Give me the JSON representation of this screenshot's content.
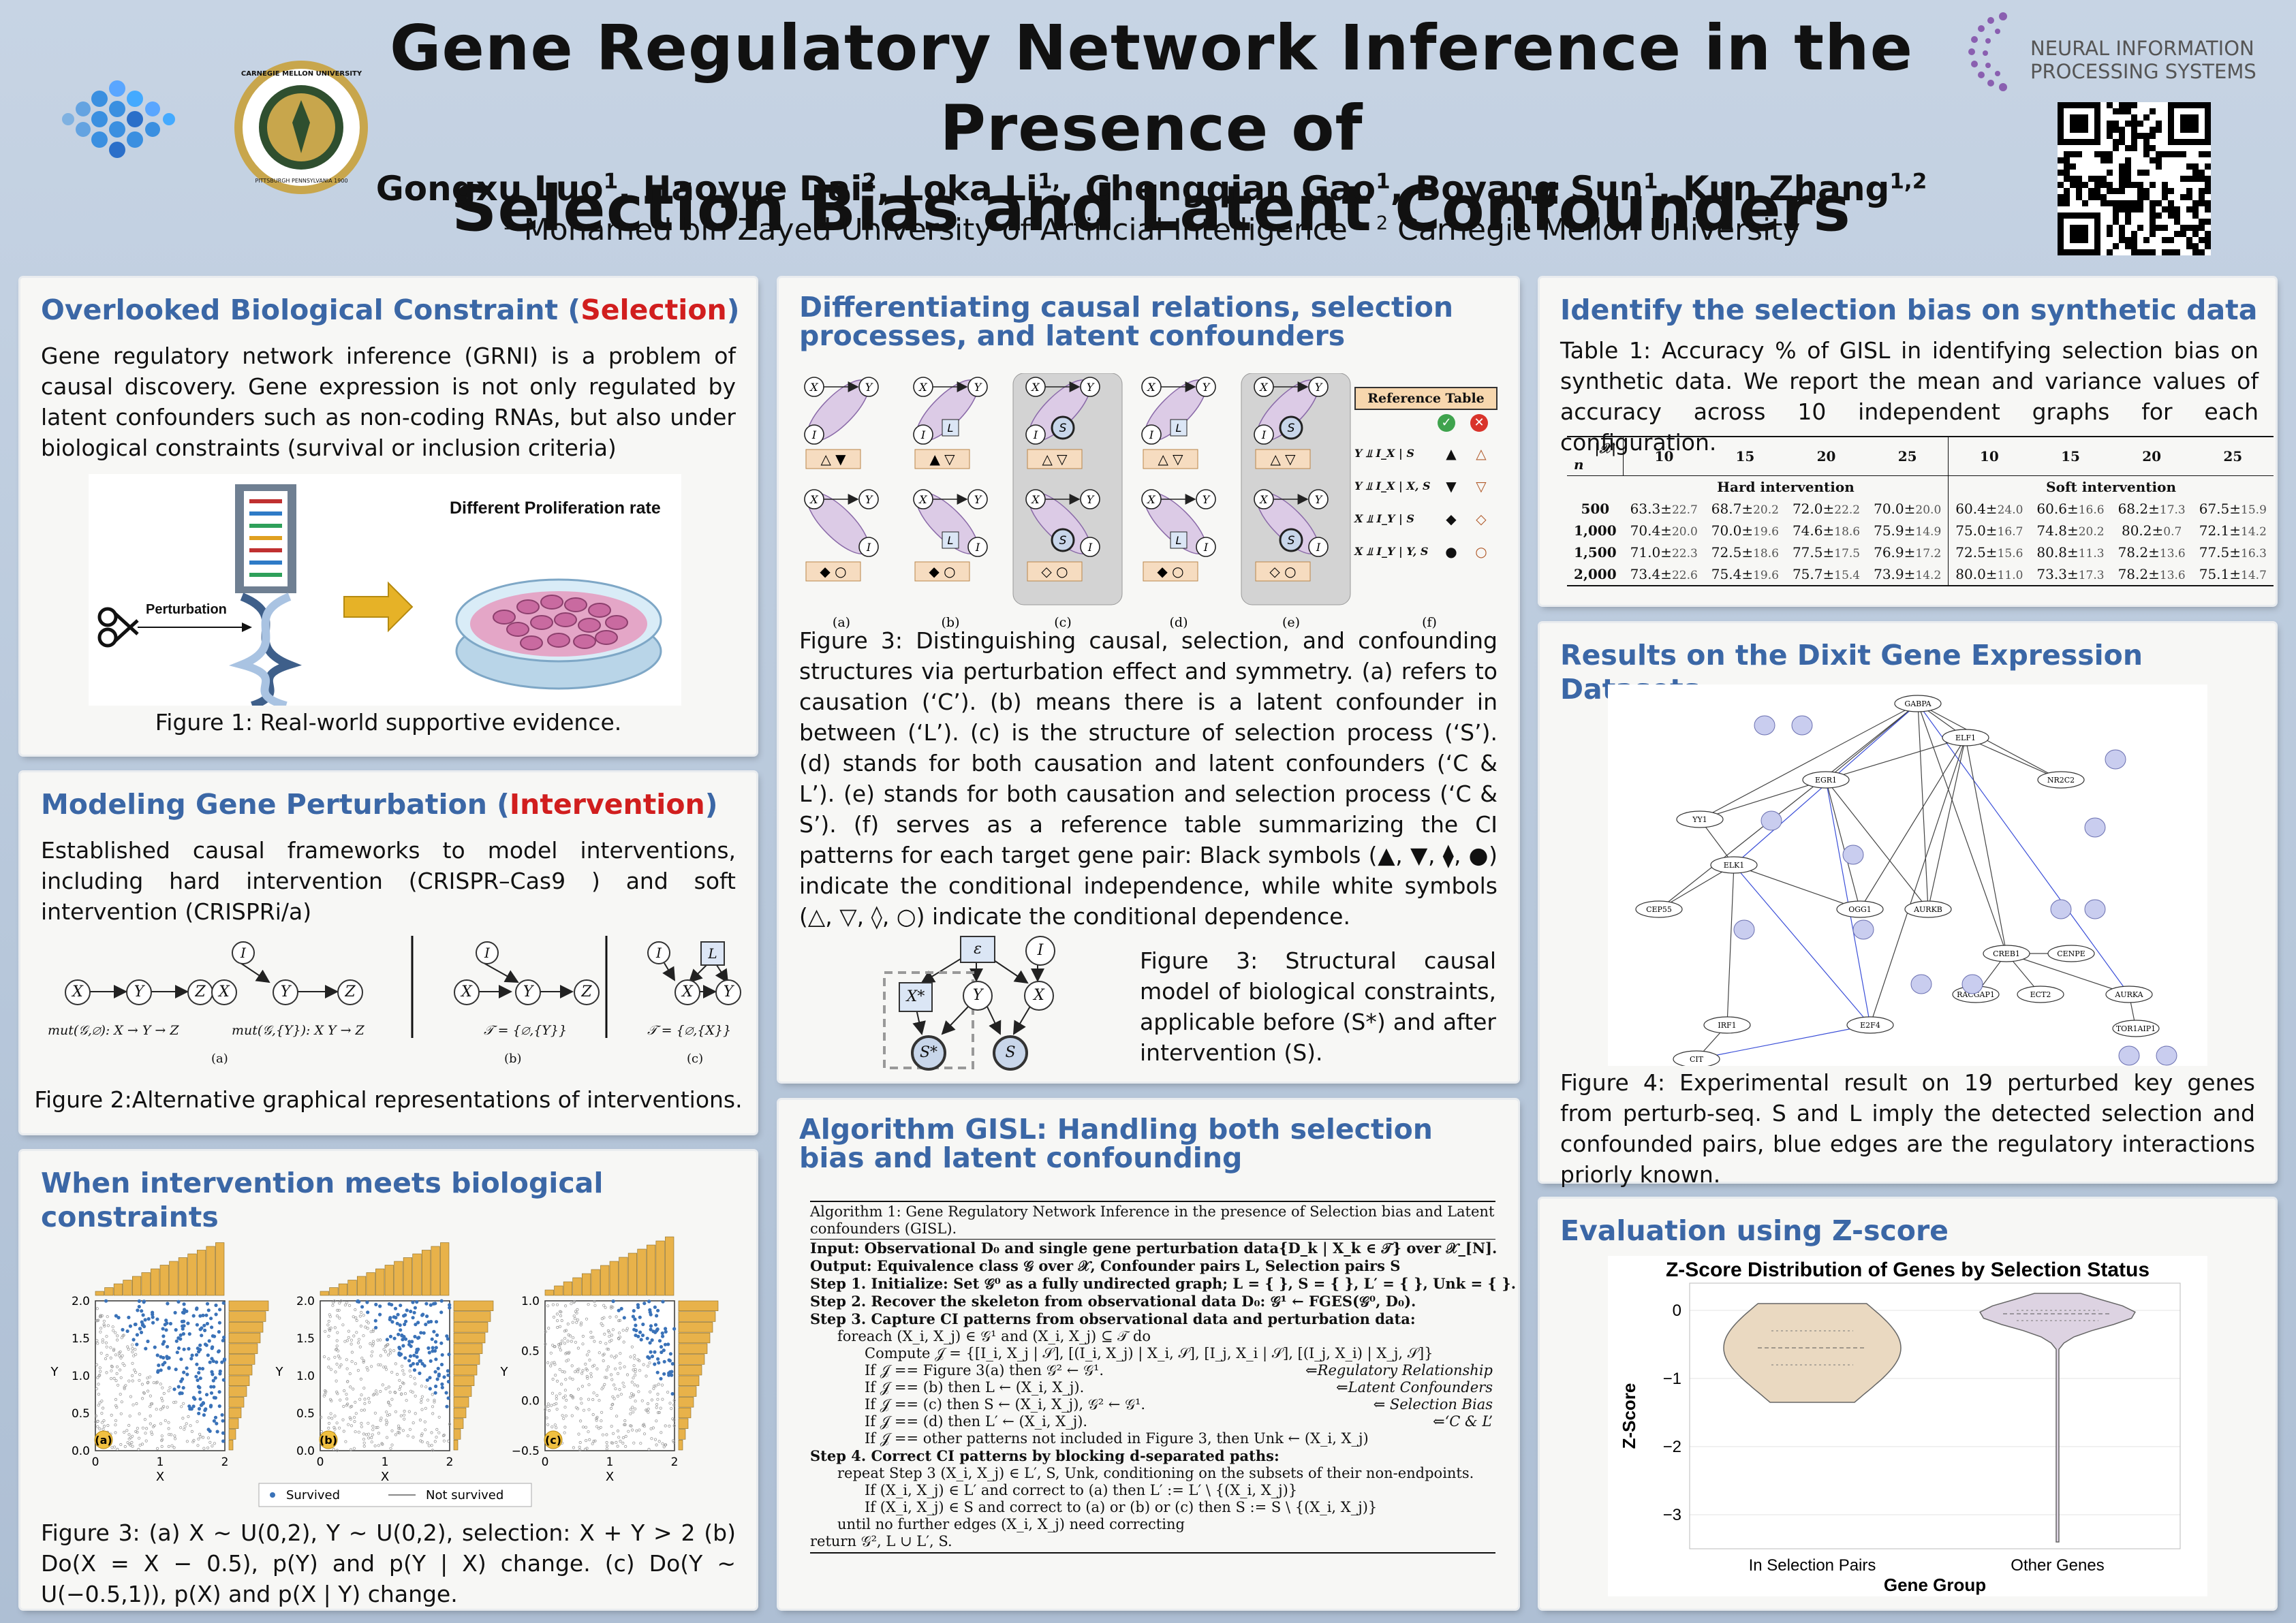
{
  "header": {
    "title_line1": "Gene Regulatory Network Inference in the Presence of",
    "title_line2": "Selection Bias and Latent Confounders",
    "authors": [
      {
        "name": "Gongxu Luo",
        "sup": "1"
      },
      {
        "name": "Haoyue Dai",
        "sup": "2"
      },
      {
        "name": "Loka Li",
        "sup": "1,"
      },
      {
        "name": "Chengqian Gao",
        "sup": "1"
      },
      {
        "name": "Boyang Sun",
        "sup": "1"
      },
      {
        "name": "Kun Zhang",
        "sup": "1,2"
      }
    ],
    "affil1_sup": "1",
    "affil1": "Mohamed bin Zayed University of Artificial Intelligence",
    "affil2_sup": "2",
    "affil2": "Carnegie Mellon University",
    "cmu_seal_text_top": "CARNEGIE MELLON UNIVERSITY",
    "cmu_seal_text_bottom": "PITTSBURGH PENNSYLVANIA 1900",
    "neurips_line1": "NEURAL INFORMATION",
    "neurips_line2": "PROCESSING SYSTEMS"
  },
  "panel1": {
    "title_pre": "Overlooked Biological Constraint (",
    "title_key": "Selection",
    "title_post": ")",
    "body": "Gene regulatory network inference (GRNI) is a problem of causal discovery. Gene expression is not only regulated by latent confounders such as non-coding RNAs, but also under biological constraints (survival or inclusion criteria)",
    "fig_label_perturbation": "Perturbation",
    "fig_label_proliferation": "Different Proliferation rate",
    "caption": "Figure 1: Real-world supportive evidence."
  },
  "panel2": {
    "title_pre": "Modeling Gene Perturbation (",
    "title_key": "Intervention",
    "title_post": ")",
    "body": "Established causal frameworks to model interventions, including hard intervention (CRISPR–Cas9 ) and soft intervention (CRISPRi/a)",
    "mut1": "mut(𝒢,∅): X → Y → Z",
    "mut2": "mut(𝒢,{Y}): X   Y → Z",
    "set_b": "𝒯 = {∅,{Y}}",
    "set_c": "𝒯 = {∅,{X}}",
    "sub_a": "(a)",
    "sub_b": "(b)",
    "sub_c": "(c)",
    "node_x": "X",
    "node_y": "Y",
    "node_z": "Z",
    "node_iy": "I",
    "node_ix": "I",
    "node_l": "L",
    "caption": "Figure 2:Alternative graphical representations of interventions."
  },
  "panel3": {
    "title": "When intervention meets biological constraints",
    "plot_labels": [
      "(a)",
      "(b)",
      "(c)"
    ],
    "xlabel": "X",
    "ylabel": "Y",
    "legend_survived": "Survived",
    "legend_not": "Not survived",
    "caption": "Figure 3: (a) X ∼ U(0,2), Y ∼ U(0,2), selection: X + Y > 2 (b) Do(X = X − 0.5), p(Y) and p(Y | X) change. (c) Do(Y ∼ U(−0.5,1)), p(X) and p(X | Y) change.",
    "survived_color": "#3a72b8",
    "notsurvived_color": "#9a9a9a",
    "hist_color": "#e8b24a"
  },
  "panel4": {
    "title": "Differentiating causal relations, selection processes, and latent confounders",
    "ref_table_title": "Reference Table",
    "ref_rows": [
      "Y ⫫ I_X | S",
      "Y ⫫ I_X | X, S",
      "X ⫫ I_Y | S",
      "X ⫫ I_Y | Y, S"
    ],
    "ref_black": [
      "▲",
      "▼",
      "◆",
      "●"
    ],
    "ref_white": [
      "△",
      "▽",
      "◇",
      "○"
    ],
    "sub_labels": [
      "(a)",
      "(b)",
      "(c)",
      "(d)",
      "(e)",
      "(f)"
    ],
    "caption": "Figure 3: Distinguishing causal, selection, and confounding structures via perturbation effect and symmetry. (a) refers to causation (‘C’). (b) means there is a latent confounder in between (‘L’). (c) is the structure of selection process (‘S’). (d) stands for both causation and latent confounders (‘C & L’). (e) stands for both causation and selection process (‘C & S’). (f) serves as a reference table summarizing the CI patterns for each target gene pair: Black symbols (▲, ▼, ⧫, ●) indicate the conditional independence, while white symbols (△, ▽, ◊, ○) indicate the conditional dependence.",
    "scm_caption": "Figure 3: Structural causal model of biological constraints, applicable before (S*) and after intervention (S).",
    "scm_nodes": {
      "ex": "ε",
      "ix": "I",
      "xs": "X*",
      "y": "Y",
      "x": "X",
      "ss": "S*",
      "s": "S"
    }
  },
  "panel5": {
    "title": "Algorithm GISL: Handling both selection bias and latent confounding",
    "alg_title": "Algorithm 1: Gene Regulatory Network Inference in the presence of Selection bias and Latent confounders (GISL).",
    "lines": [
      "Input: Observational D₀ and single gene perturbation data{D_k | X_k ∈ 𝒯} over 𝒳_[N].",
      "Output: Equivalence class 𝒢 over 𝒳, Confounder pairs L, Selection pairs S",
      "Step 1. Initialize: Set 𝒢⁰ as a fully undirected graph; L = { }, S = { }, L′ = { }, Unk = { }.",
      "Step 2. Recover the skeleton from observational data D₀: 𝒢¹ ← FGES(𝒢⁰, D₀).",
      "Step 3. Capture CI patterns from observational data and perturbation data:",
      "foreach (X_i, X_j) ∈ 𝒢¹ and (X_i, X_j) ⊆ 𝒯 do",
      "Compute 𝒥 = {[I_i, X_j | 𝒮], [(I_i, X_j) | X_i, 𝒮], [I_j, X_i | 𝒮], [(I_j, X_i) | X_j, 𝒮]}",
      "If 𝒥 == Figure 3(a) then 𝒢² ← 𝒢¹.",
      "If 𝒥 == (b) then L ← (X_i, X_j).",
      "If 𝒥 == (c) then S ← (X_i, X_j), 𝒢² ← 𝒢¹.",
      "If 𝒥 == (d) then L′ ← (X_i, X_j).",
      "If 𝒥 == other patterns not included in Figure 3, then Unk ← (X_i, X_j)",
      "Step 4. Correct CI patterns by blocking d-separated paths:",
      "repeat Step 3 (X_i, X_j) ∈ L′, S, Unk, conditioning on the subsets of their non-endpoints.",
      "If (X_i, X_j) ∈ L′ and correct to (a) then L′ := L′ \\ {(X_i, X_j)}",
      "If (X_i, X_j) ∈ S and correct to (a) or (b) or (c) then S := S \\ {(X_i, X_j)}",
      "until no further edges (X_i, X_j) need correcting",
      "return 𝒢², L ∪ L′, S."
    ],
    "comments": [
      "⇐Regulatory Relationship",
      "⇐Latent Confounders",
      "⇐ Selection Bias",
      "⇐‘C & L’"
    ]
  },
  "panel6": {
    "title": "Identify the selection bias on synthetic data",
    "body": "Table 1: Accuracy % of GISL in identifying selection bias on synthetic data. We report the mean and variance values of accuracy across 10 independent graphs for each configuration.",
    "table": {
      "corner_top": "|𝒳|",
      "corner_bottom": "n",
      "cols": [
        "10",
        "15",
        "20",
        "25",
        "10",
        "15",
        "20",
        "25"
      ],
      "group_hard": "Hard intervention",
      "group_soft": "Soft intervention",
      "rows": [
        {
          "n": "500",
          "cells": [
            [
              "63.3",
              "22.7"
            ],
            [
              "68.7",
              "20.2"
            ],
            [
              "72.0",
              "22.2"
            ],
            [
              "70.0",
              "20.0"
            ],
            [
              "60.4",
              "24.0"
            ],
            [
              "60.6",
              "16.6"
            ],
            [
              "68.2",
              "17.3"
            ],
            [
              "67.5",
              "15.9"
            ]
          ]
        },
        {
          "n": "1,000",
          "cells": [
            [
              "70.4",
              "20.0"
            ],
            [
              "70.0",
              "19.6"
            ],
            [
              "74.6",
              "18.6"
            ],
            [
              "75.9",
              "14.9"
            ],
            [
              "75.0",
              "16.7"
            ],
            [
              "74.8",
              "20.2"
            ],
            [
              "80.2",
              "0.7"
            ],
            [
              "72.1",
              "14.2"
            ]
          ]
        },
        {
          "n": "1,500",
          "cells": [
            [
              "71.0",
              "22.3"
            ],
            [
              "72.5",
              "18.6"
            ],
            [
              "77.5",
              "17.5"
            ],
            [
              "76.9",
              "17.2"
            ],
            [
              "72.5",
              "15.6"
            ],
            [
              "80.8",
              "11.3"
            ],
            [
              "78.2",
              "13.6"
            ],
            [
              "77.5",
              "16.3"
            ]
          ]
        },
        {
          "n": "2,000",
          "cells": [
            [
              "73.4",
              "22.6"
            ],
            [
              "75.4",
              "19.6"
            ],
            [
              "75.7",
              "15.4"
            ],
            [
              "73.9",
              "14.2"
            ],
            [
              "80.0",
              "11.0"
            ],
            [
              "73.3",
              "17.3"
            ],
            [
              "78.2",
              "13.6"
            ],
            [
              "75.1",
              "14.7"
            ]
          ]
        }
      ]
    }
  },
  "panel7": {
    "title": "Results on the Dixit Gene Expression Datasets",
    "genes": [
      "GABPA",
      "ELF1",
      "EGR1",
      "YY1",
      "ELK1",
      "CEP55",
      "OGG1",
      "AURKB",
      "NR2C2",
      "CREB1",
      "CENPE",
      "RACGAP1",
      "ECT2",
      "AURKA",
      "TOR1AIP1",
      "IRF1",
      "E2F4",
      "CIT"
    ],
    "caption": "Figure 4: Experimental result on 19 perturbed key genes from perturb-seq. S and L imply the detected selection and confounded pairs, blue edges are the regulatory interactions priorly known."
  },
  "panel8": {
    "title": "Evaluation using Z-score",
    "chart_data": {
      "type": "violin",
      "title": "Z-Score Distribution of Genes by Selection Status",
      "xlabel": "Gene Group",
      "ylabel": "Z-Score",
      "categories": [
        "In Selection Pairs",
        "Other Genes"
      ],
      "yticks": [
        "0",
        "−1",
        "−2",
        "−3"
      ],
      "ylim": [
        -3.5,
        0.4
      ],
      "series": [
        {
          "name": "In Selection Pairs",
          "min": -1.35,
          "max": 0.1,
          "median": -0.55,
          "q1": -0.8,
          "q3": -0.3,
          "color": "#ead9c1"
        },
        {
          "name": "Other Genes",
          "min": -3.4,
          "max": 0.25,
          "median": -0.05,
          "q1": -0.15,
          "q3": 0.0,
          "color": "#ddd3e2"
        }
      ]
    }
  }
}
